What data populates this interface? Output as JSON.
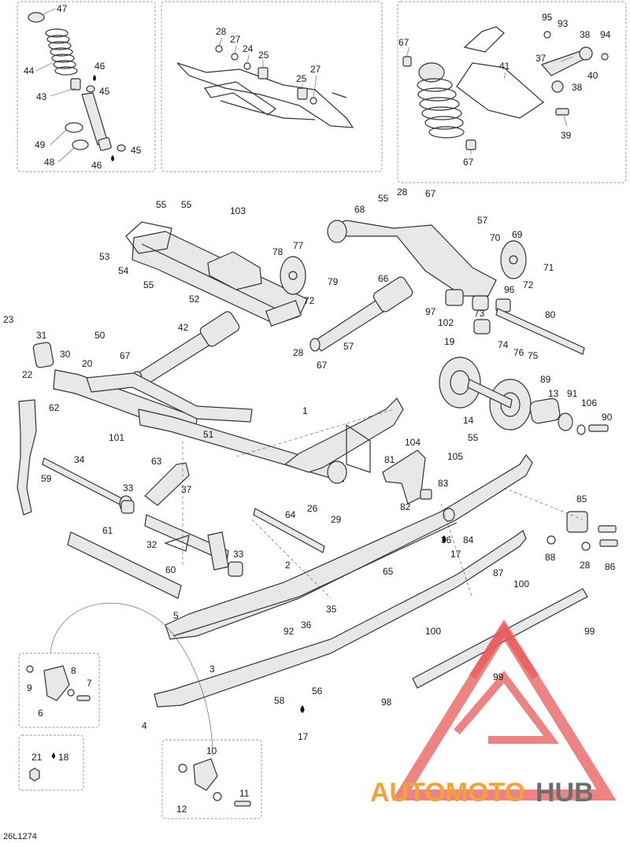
{
  "diagram_code": "26L1274",
  "watermark": {
    "text_orange": "AUTOMOTO",
    "text_gray": "HUB",
    "orange_color": "#f2a23a",
    "gray_color": "#6e6e6e",
    "triangle_color": "#e85a5a"
  },
  "labels": {
    "l47": "47",
    "l44": "44",
    "l46a": "46",
    "l45a": "45",
    "l43": "43",
    "l49": "49",
    "l48": "48",
    "l45b": "45",
    "l46b": "46",
    "l28a": "28",
    "l27a": "27",
    "l24": "24",
    "l25a": "25",
    "l25b": "25",
    "l27b": "27",
    "l95": "95",
    "l93": "93",
    "l38a": "38",
    "l94": "94",
    "l67a": "67",
    "l37a": "37",
    "l41": "41",
    "l40": "40",
    "l38b": "38",
    "l39": "39",
    "l67b": "67",
    "l55a": "55",
    "l55b": "55",
    "l103": "103",
    "l68": "68",
    "l55c": "55",
    "l28b": "28",
    "l67c": "67",
    "l57a": "57",
    "l53": "53",
    "l54": "54",
    "l55d": "55",
    "l52": "52",
    "l77": "77",
    "l78": "78",
    "l79": "79",
    "l72a": "72",
    "l70": "70",
    "l69": "69",
    "l71": "71",
    "l72b": "72",
    "l66": "66",
    "l96": "96",
    "l97": "97",
    "l102": "102",
    "l80": "80",
    "l73": "73",
    "l74": "74",
    "l76": "76",
    "l75": "75",
    "l23": "23",
    "l31": "31",
    "l50": "50",
    "l42": "42",
    "l28c": "28",
    "l57b": "57",
    "l67d": "67",
    "l67e": "67",
    "l22": "22",
    "l30": "30",
    "l20": "20",
    "l19": "19",
    "l89": "89",
    "l14": "14",
    "l13": "13",
    "l91": "91",
    "l106": "106",
    "l90": "90",
    "l62": "62",
    "l1": "1",
    "l101": "101",
    "l51": "51",
    "l104": "104",
    "l55e": "55",
    "l105": "105",
    "l63": "63",
    "l34": "34",
    "l59": "59",
    "l81": "81",
    "l83": "83",
    "l37b": "37",
    "l82": "82",
    "l33a": "33",
    "l85": "85",
    "l64": "64",
    "l26": "26",
    "l29": "29",
    "l61": "61",
    "l36a": "36",
    "l84": "84",
    "l17a": "17",
    "l32": "32",
    "l33b": "33",
    "l88": "88",
    "l86": "86",
    "l28d": "28",
    "l60": "60",
    "l87": "87",
    "l2": "2",
    "l65": "65",
    "l100a": "100",
    "l5": "5",
    "l35": "35",
    "l92": "92",
    "l36b": "36",
    "l99a": "99",
    "l100b": "100",
    "l8": "8",
    "l7": "7",
    "l9": "9",
    "l3": "3",
    "l99b": "99",
    "l6": "6",
    "l56": "56",
    "l58": "58",
    "l98": "98",
    "l4": "4",
    "l17b": "17",
    "l10": "10",
    "l21": "21",
    "l18": "18",
    "l11": "11",
    "l12": "12"
  }
}
